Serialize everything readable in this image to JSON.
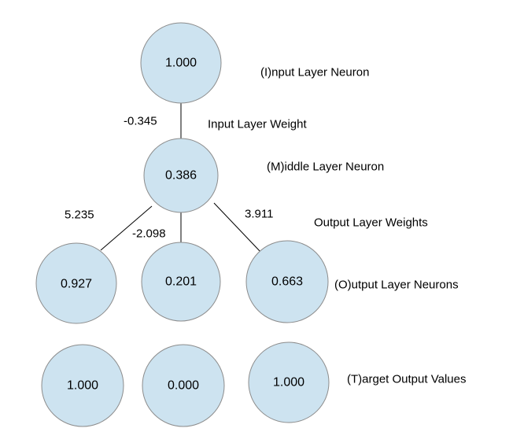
{
  "nodes": {
    "input": {
      "value": "1.000"
    },
    "middle": {
      "value": "0.386"
    },
    "output_1": {
      "value": "0.927"
    },
    "output_2": {
      "value": "0.201"
    },
    "output_3": {
      "value": "0.663"
    },
    "target_1": {
      "value": "1.000"
    },
    "target_2": {
      "value": "0.000"
    },
    "target_3": {
      "value": "1.000"
    }
  },
  "weights": {
    "input_weight": "-0.345",
    "output_weight_1": "5.235",
    "output_weight_2": "-2.098",
    "output_weight_3": "3.911"
  },
  "labels": {
    "input_layer_neuron": "(I)nput Layer Neuron",
    "input_layer_weight": "Input Layer Weight",
    "middle_layer_neuron": "(M)iddle Layer Neuron",
    "output_layer_weights": "Output Layer Weights",
    "output_layer_neurons": "(O)utput Layer Neurons",
    "target_output_values": "(T)arget Output Values"
  },
  "colors": {
    "node_fill": "#cde3f0",
    "node_stroke": "#8c8c8c"
  }
}
